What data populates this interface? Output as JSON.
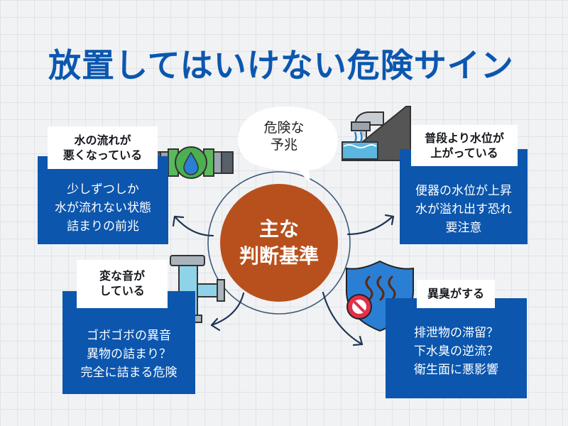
{
  "title": "放置してはいけない危険サイン",
  "center": {
    "line1": "主な",
    "line2": "判断基準"
  },
  "bubble": {
    "line1": "危険な",
    "line2": "予兆"
  },
  "signs": [
    {
      "heading": "水の流れが\n悪くなっている",
      "details": [
        "少しずつしか",
        "水が流れない状態",
        "詰まりの前兆"
      ]
    },
    {
      "heading": "普段より水位が\n上がっている",
      "details": [
        "便器の水位が上昇",
        "水が溢れ出す恐れ",
        "要注意"
      ]
    },
    {
      "heading": "変な音が\nしている",
      "details": [
        "ゴボゴボの異音",
        "異物の詰まり？",
        "完全に詰まる危険"
      ]
    },
    {
      "heading": "異臭がする",
      "details": [
        "排泄物の滞留？",
        "下水臭の逆流？",
        "衛生面に悪影響"
      ]
    }
  ],
  "colors": {
    "title": "#0b57b0",
    "box": "#0c56ad",
    "center": "#b8501d",
    "ring": "#3f5a7a",
    "shield": "#2a7fd4",
    "prohibit": "#e0304a"
  },
  "icons": [
    "pipe-valve-icon",
    "water-drop-icon",
    "overflow-pipe-icon",
    "drain-trap-pipe-icon",
    "shield-icon",
    "odor-icon",
    "prohibited-icon"
  ]
}
